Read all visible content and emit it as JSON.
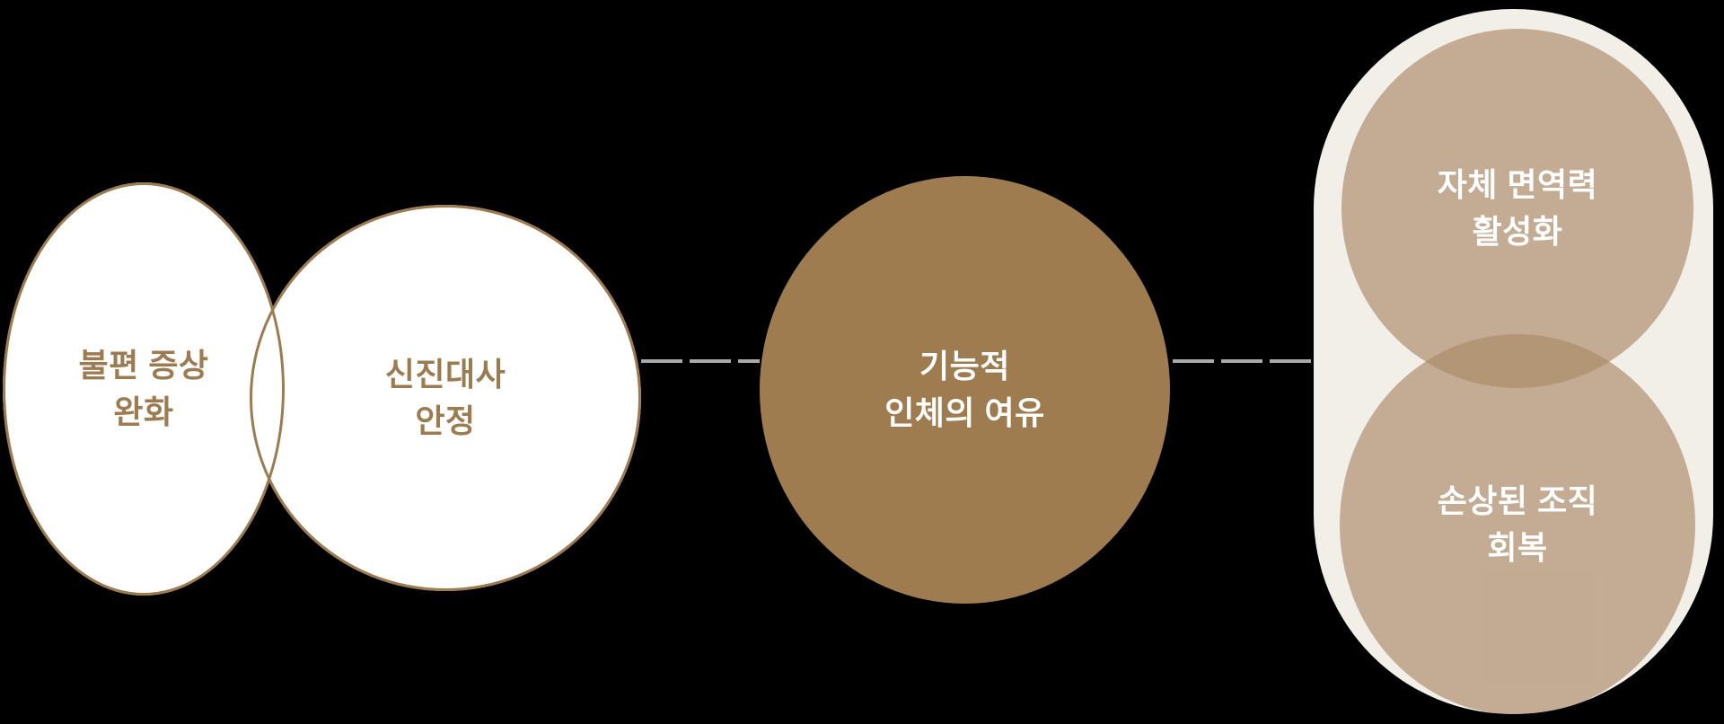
{
  "diagram": {
    "title": "treatment-effect-flow-diagram",
    "palette": {
      "background": "#000000",
      "outline_brown": "#9d7b51",
      "label_brown": "#9d7b51",
      "solid_brown": "#9e7c50",
      "tan_fill": "#c2ab92",
      "tan_overlap": "#b29576",
      "cream_container": "#f2efe9",
      "connector_gray": "#a9a9a9",
      "circle_white": "#ffffff",
      "label_white": "#ffffff"
    },
    "nodes": {
      "symptom_relief": {
        "label": "불편 증상\n완화"
      },
      "metabolism_stability": {
        "label": "신진대사\n안정"
      },
      "functional_reserve": {
        "label": "기능적\n인체의 여유"
      },
      "immunity_activation": {
        "label": "자체 면역력\n활성화"
      },
      "tissue_recovery": {
        "label": "손상된 조직\n회복"
      }
    },
    "connectors": [
      {
        "name": "dashed-line-1",
        "style": "dashed",
        "from": "metabolism_stability",
        "to": "functional_reserve"
      },
      {
        "name": "dashed-line-2",
        "style": "dashed",
        "from": "functional_reserve",
        "to": "result-group"
      }
    ]
  }
}
